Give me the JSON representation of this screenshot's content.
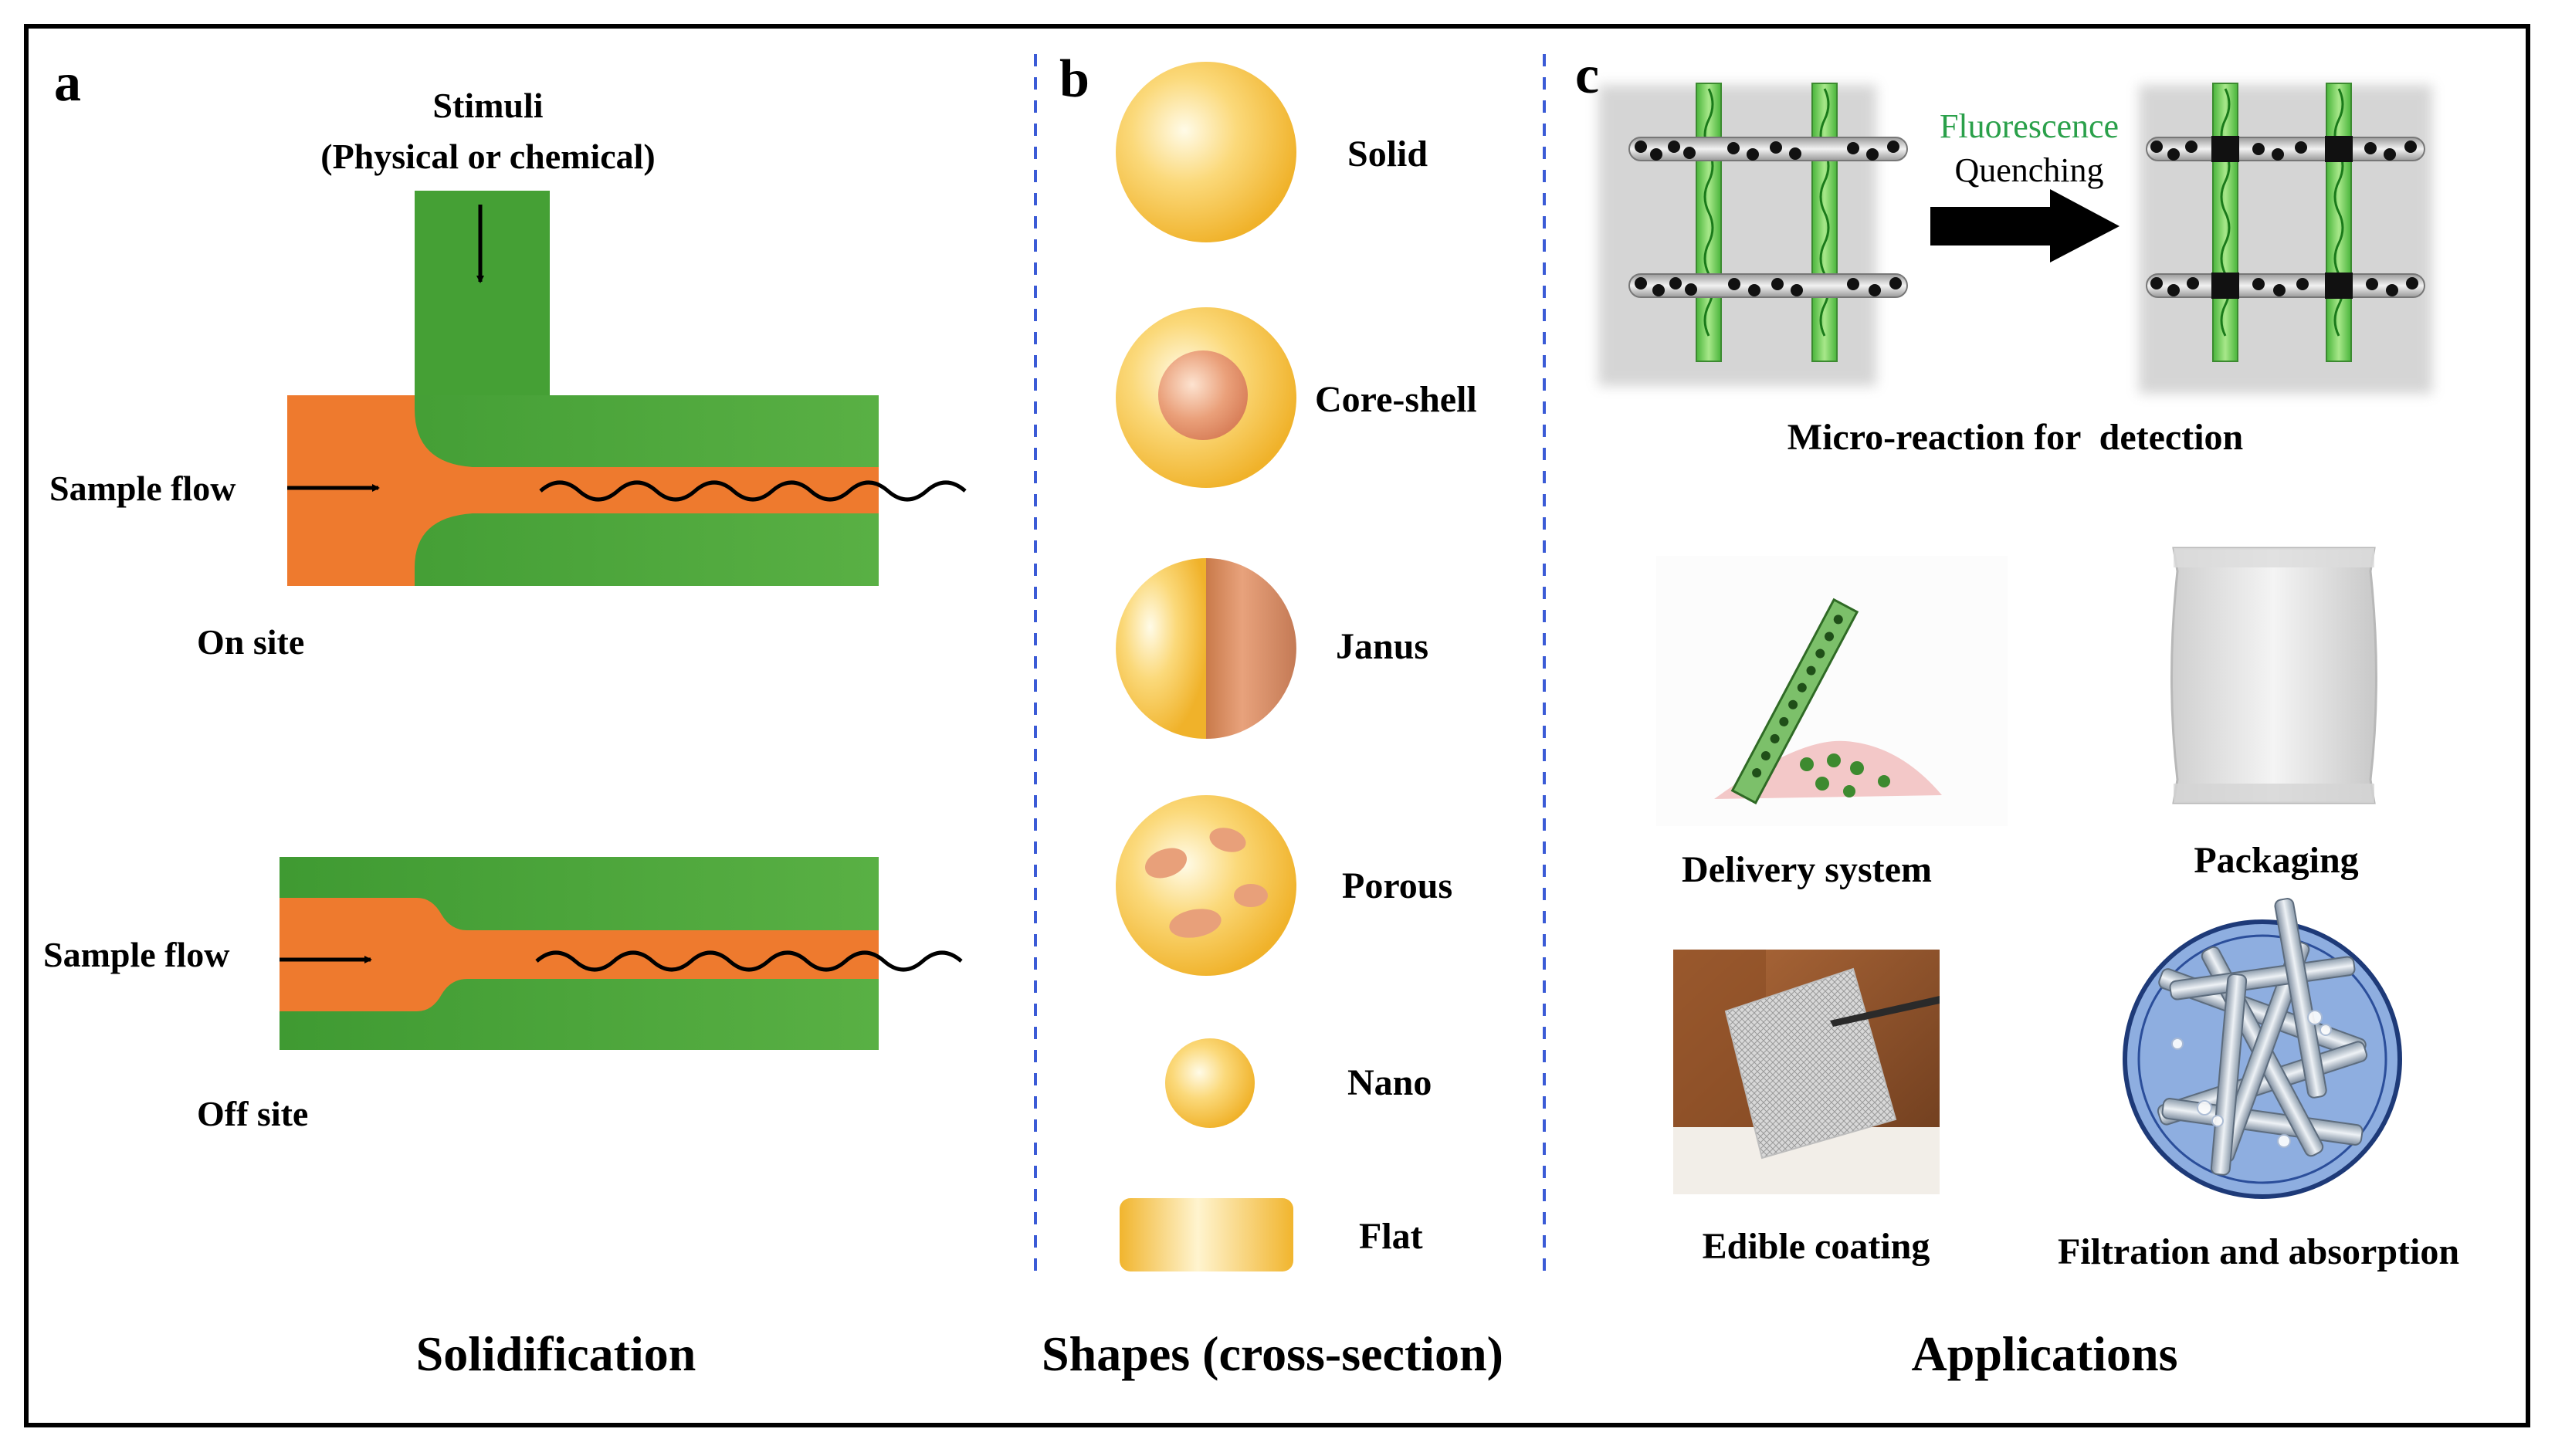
{
  "panel_a": {
    "letter": "a",
    "stimuli_line1": "Stimuli",
    "stimuli_line2": "(Physical or chemical)",
    "sample_flow_1": "Sample flow",
    "on_site": "On site",
    "sample_flow_2": "Sample flow",
    "off_site": "Off site",
    "caption": "Solidification"
  },
  "panel_b": {
    "letter": "b",
    "shapes": [
      "Solid",
      "Core-shell",
      "Janus",
      "Porous",
      "Nano",
      "Flat"
    ],
    "caption": "Shapes (cross-section)"
  },
  "panel_c": {
    "letter": "c",
    "fluorescence": "Fluorescence",
    "quenching": "Quenching",
    "detection_title": "Micro-reaction for  detection",
    "delivery": "Delivery system",
    "packaging": "Packaging",
    "edible": "Edible coating",
    "filtration": "Filtration and absorption",
    "caption": "Applications"
  },
  "colors": {
    "orange": "#ee7a2e",
    "green": "#4aa238",
    "yellow": "#f7c64a",
    "core": "#e59a73",
    "divider": "#3b5bd6",
    "fluorescence_text": "#2aa04a",
    "filter_blue": "#8eaee0"
  }
}
